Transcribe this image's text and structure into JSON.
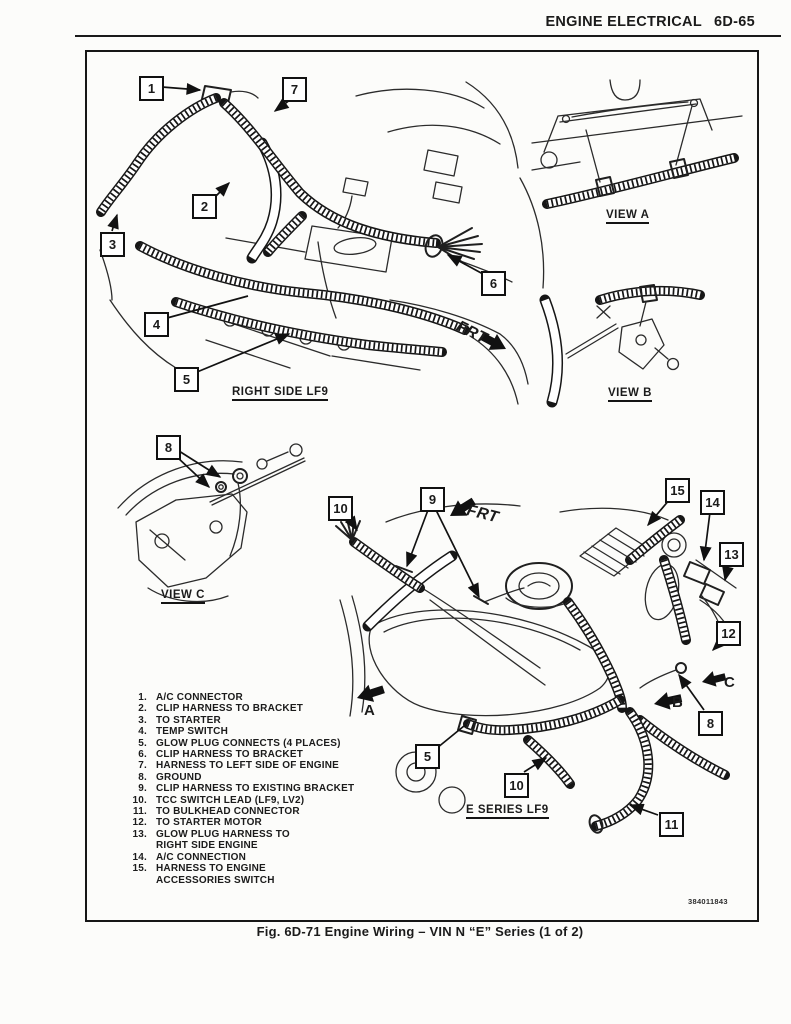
{
  "page": {
    "header_left": "ENGINE ELECTRICAL",
    "header_right": "6D-65",
    "caption": "Fig. 6D-71 Engine Wiring – VIN N “E” Series (1 of 2)",
    "doc_number": "384011843"
  },
  "labels": {
    "right_side": "RIGHT SIDE LF9",
    "e_series": "E SERIES LF9",
    "view_a": "VIEW A",
    "view_b": "VIEW B",
    "view_c": "VIEW C",
    "frt": "FRT",
    "dir_a": "A",
    "dir_b": "B",
    "dir_c": "C"
  },
  "callouts": {
    "c1": "1",
    "c2": "2",
    "c3": "3",
    "c4": "4",
    "c5": "5",
    "c6": "6",
    "c7": "7",
    "c8": "8",
    "c9": "9",
    "c10": "10",
    "c11": "11",
    "c12": "12",
    "c13": "13",
    "c14": "14",
    "c15": "15"
  },
  "legend": {
    "items": [
      {
        "n": "1.",
        "t": "A/C CONNECTOR"
      },
      {
        "n": "2.",
        "t": "CLIP HARNESS TO BRACKET"
      },
      {
        "n": "3.",
        "t": "TO STARTER"
      },
      {
        "n": "4.",
        "t": "TEMP SWITCH"
      },
      {
        "n": "5.",
        "t": "GLOW PLUG CONNECTS (4 PLACES)"
      },
      {
        "n": "6.",
        "t": "CLIP HARNESS TO BRACKET"
      },
      {
        "n": "7.",
        "t": "HARNESS TO LEFT SIDE OF ENGINE"
      },
      {
        "n": "8.",
        "t": "GROUND"
      },
      {
        "n": "9.",
        "t": "CLIP HARNESS TO EXISTING BRACKET"
      },
      {
        "n": "10.",
        "t": "TCC SWITCH LEAD (LF9, LV2)"
      },
      {
        "n": "11.",
        "t": "TO BULKHEAD CONNECTOR"
      },
      {
        "n": "12.",
        "t": "TO STARTER MOTOR"
      },
      {
        "n": "13.",
        "t": "GLOW PLUG HARNESS TO\nRIGHT SIDE ENGINE"
      },
      {
        "n": "14.",
        "t": "A/C CONNECTION"
      },
      {
        "n": "15.",
        "t": "HARNESS TO ENGINE\nACCESSORIES SWITCH"
      }
    ]
  }
}
